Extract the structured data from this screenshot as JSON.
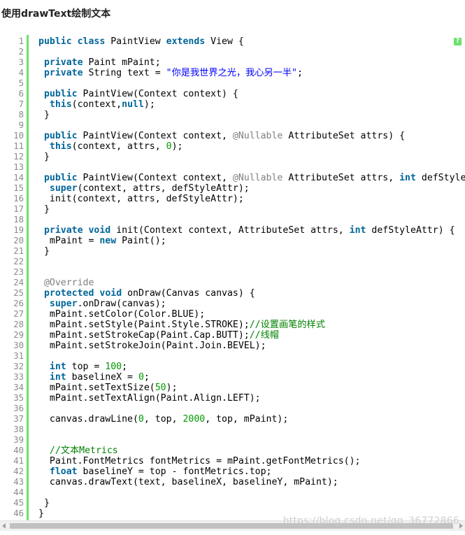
{
  "page_title": "使用drawText绘制文本",
  "code": {
    "help_label": "?",
    "line_numbers": [
      "1",
      "2",
      "3",
      "4",
      "5",
      "6",
      "7",
      "8",
      "9",
      "10",
      "11",
      "12",
      "13",
      "14",
      "15",
      "16",
      "17",
      "18",
      "19",
      "20",
      "21",
      "22",
      "23",
      "24",
      "25",
      "26",
      "27",
      "28",
      "29",
      "30",
      "31",
      "32",
      "33",
      "34",
      "35",
      "36",
      "37",
      "38",
      "39",
      "40",
      "41",
      "42",
      "43",
      "44",
      "45",
      "46"
    ],
    "lines": [
      [
        [
          "kw",
          "public"
        ],
        [
          "p",
          " "
        ],
        [
          "kw",
          "class"
        ],
        [
          "p",
          " PaintView "
        ],
        [
          "kw",
          "extends"
        ],
        [
          "p",
          " View {"
        ]
      ],
      [],
      [
        [
          "p",
          " "
        ],
        [
          "kw",
          "private"
        ],
        [
          "p",
          " Paint mPaint;"
        ]
      ],
      [
        [
          "p",
          " "
        ],
        [
          "kw",
          "private"
        ],
        [
          "p",
          " String text = "
        ],
        [
          "str",
          "\"你是我世界之光，我心另一半\""
        ],
        [
          "p",
          ";"
        ]
      ],
      [],
      [
        [
          "p",
          " "
        ],
        [
          "kw",
          "public"
        ],
        [
          "p",
          " PaintView(Context context) {"
        ]
      ],
      [
        [
          "p",
          "  "
        ],
        [
          "kw",
          "this"
        ],
        [
          "p",
          "(context,"
        ],
        [
          "kw",
          "null"
        ],
        [
          "p",
          ");"
        ]
      ],
      [
        [
          "p",
          " }"
        ]
      ],
      [],
      [
        [
          "p",
          " "
        ],
        [
          "kw",
          "public"
        ],
        [
          "p",
          " PaintView(Context context, "
        ],
        [
          "ann",
          "@Nullable"
        ],
        [
          "p",
          " AttributeSet attrs) {"
        ]
      ],
      [
        [
          "p",
          "  "
        ],
        [
          "kw",
          "this"
        ],
        [
          "p",
          "(context, attrs, "
        ],
        [
          "num",
          "0"
        ],
        [
          "p",
          ");"
        ]
      ],
      [
        [
          "p",
          " }"
        ]
      ],
      [],
      [
        [
          "p",
          " "
        ],
        [
          "kw",
          "public"
        ],
        [
          "p",
          " PaintView(Context context, "
        ],
        [
          "ann",
          "@Nullable"
        ],
        [
          "p",
          " AttributeSet attrs, "
        ],
        [
          "kw",
          "int"
        ],
        [
          "p",
          " defStyleAttr) {"
        ]
      ],
      [
        [
          "p",
          "  "
        ],
        [
          "kw",
          "super"
        ],
        [
          "p",
          "(context, attrs, defStyleAttr);"
        ]
      ],
      [
        [
          "p",
          "  init(context, attrs, defStyleAttr);"
        ]
      ],
      [
        [
          "p",
          " }"
        ]
      ],
      [],
      [
        [
          "p",
          " "
        ],
        [
          "kw",
          "private"
        ],
        [
          "p",
          " "
        ],
        [
          "kw",
          "void"
        ],
        [
          "p",
          " init(Context context, AttributeSet attrs, "
        ],
        [
          "kw",
          "int"
        ],
        [
          "p",
          " defStyleAttr) {"
        ]
      ],
      [
        [
          "p",
          "  mPaint = "
        ],
        [
          "kw",
          "new"
        ],
        [
          "p",
          " Paint();"
        ]
      ],
      [
        [
          "p",
          " }"
        ]
      ],
      [],
      [],
      [
        [
          "p",
          " "
        ],
        [
          "ann",
          "@Override"
        ]
      ],
      [
        [
          "p",
          " "
        ],
        [
          "kw",
          "protected"
        ],
        [
          "p",
          " "
        ],
        [
          "kw",
          "void"
        ],
        [
          "p",
          " onDraw(Canvas canvas) {"
        ]
      ],
      [
        [
          "p",
          "  "
        ],
        [
          "kw",
          "super"
        ],
        [
          "p",
          ".onDraw(canvas);"
        ]
      ],
      [
        [
          "p",
          "  mPaint.setColor(Color.BLUE);"
        ]
      ],
      [
        [
          "p",
          "  mPaint.setStyle(Paint.Style.STROKE);"
        ],
        [
          "cmt",
          "//设置画笔的样式"
        ]
      ],
      [
        [
          "p",
          "  mPaint.setStrokeCap(Paint.Cap.BUTT);"
        ],
        [
          "cmt",
          "//线帽"
        ]
      ],
      [
        [
          "p",
          "  mPaint.setStrokeJoin(Paint.Join.BEVEL);"
        ]
      ],
      [],
      [
        [
          "p",
          "  "
        ],
        [
          "kw",
          "int"
        ],
        [
          "p",
          " top = "
        ],
        [
          "num",
          "100"
        ],
        [
          "p",
          ";"
        ]
      ],
      [
        [
          "p",
          "  "
        ],
        [
          "kw",
          "int"
        ],
        [
          "p",
          " baselineX = "
        ],
        [
          "num",
          "0"
        ],
        [
          "p",
          ";"
        ]
      ],
      [
        [
          "p",
          "  mPaint.setTextSize("
        ],
        [
          "num",
          "50"
        ],
        [
          "p",
          ");"
        ]
      ],
      [
        [
          "p",
          "  mPaint.setTextAlign(Paint.Align.LEFT);"
        ]
      ],
      [],
      [
        [
          "p",
          "  canvas.drawLine("
        ],
        [
          "num",
          "0"
        ],
        [
          "p",
          ", top, "
        ],
        [
          "num",
          "2000"
        ],
        [
          "p",
          ", top, mPaint);"
        ]
      ],
      [],
      [],
      [
        [
          "p",
          "  "
        ],
        [
          "cmt",
          "//文本Metrics"
        ]
      ],
      [
        [
          "p",
          "  Paint.FontMetrics fontMetrics = mPaint.getFontMetrics();"
        ]
      ],
      [
        [
          "p",
          "  "
        ],
        [
          "kw",
          "float"
        ],
        [
          "p",
          " baselineY = top - fontMetrics.top;"
        ]
      ],
      [
        [
          "p",
          "  canvas.drawText(text, baselineX, baselineY, mPaint);"
        ]
      ],
      [],
      [
        [
          "p",
          " }"
        ]
      ],
      [
        [
          "p",
          "}"
        ]
      ]
    ]
  },
  "watermark": "https://blog.csdn.net/qq_36772866",
  "colors": {
    "gutter_bar": "#6ce26c",
    "keyword": "#006699",
    "string": "#0000ff",
    "number": "#009900",
    "annotation": "#808080",
    "comment": "#008200"
  }
}
